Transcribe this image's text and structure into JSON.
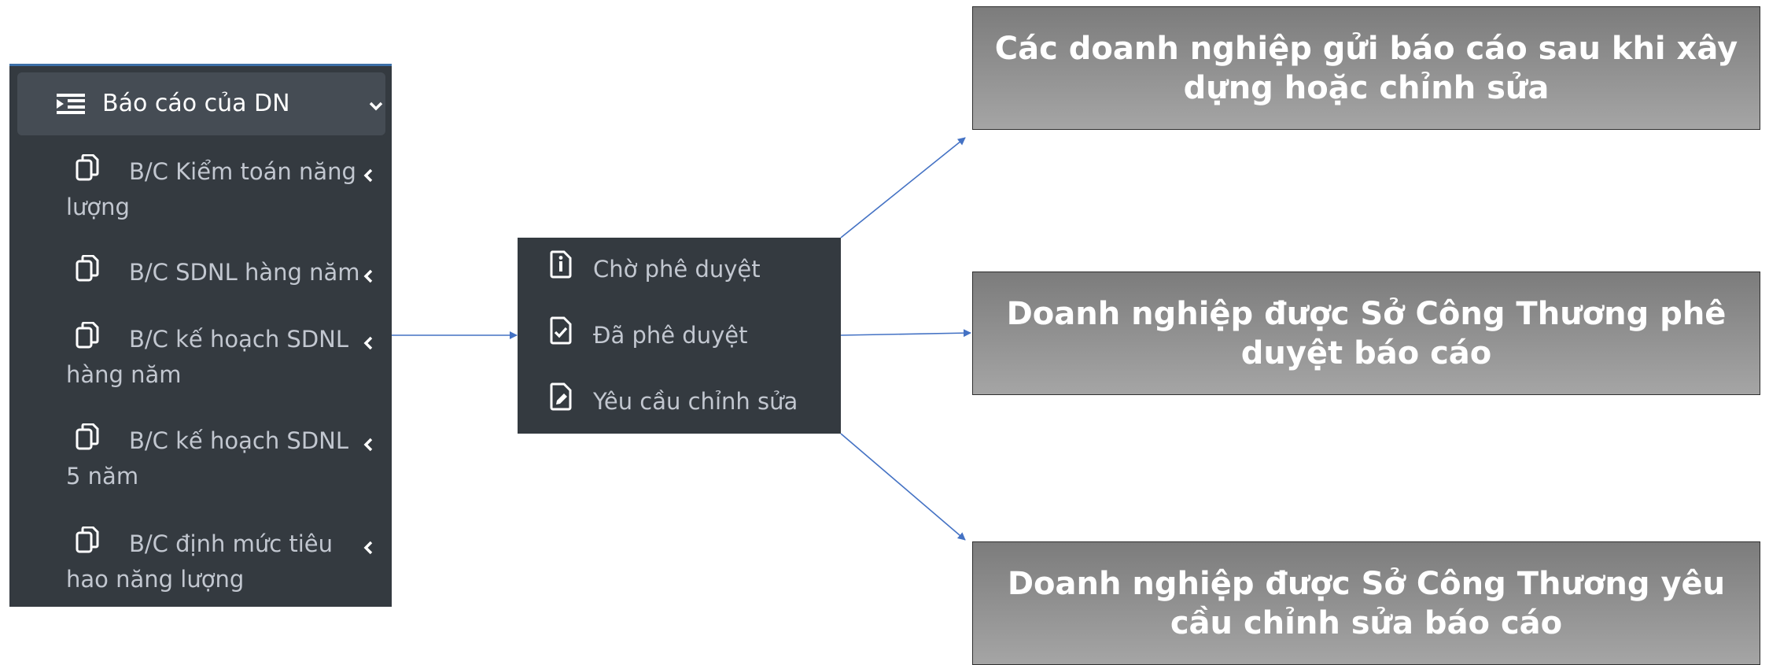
{
  "sidebar": {
    "header_label": "Báo cáo của DN",
    "items": [
      {
        "label": "B/C Kiểm toán năng lượng"
      },
      {
        "label": "B/C SDNL hàng năm"
      },
      {
        "label": "B/C kế hoạch SDNL hàng năm"
      },
      {
        "label": "B/C kế hoạch SDNL 5 năm"
      },
      {
        "label": "B/C định mức tiêu hao năng lượng"
      }
    ]
  },
  "submenu": {
    "items": [
      {
        "label": "Chờ phê duyệt",
        "icon": "file-info-icon"
      },
      {
        "label": "Đã phê duyệt",
        "icon": "file-check-icon"
      },
      {
        "label": "Yêu cầu chỉnh sửa",
        "icon": "file-edit-icon"
      }
    ]
  },
  "boxes": [
    {
      "text": "Các doanh nghiệp gửi báo cáo sau khi xây dựng hoặc chỉnh sửa"
    },
    {
      "text": "Doanh nghiệp được Sở Công Thương phê duyệt báo cáo"
    },
    {
      "text": "Doanh nghiệp được Sở Công Thương yêu cầu chỉnh sửa báo cáo"
    }
  ],
  "colors": {
    "menu_bg": "#343a40",
    "menu_text": "#c2c7d0",
    "arrow": "#4472c4",
    "box_top": "#7c7c7c",
    "box_bottom": "#a5a5a5"
  }
}
